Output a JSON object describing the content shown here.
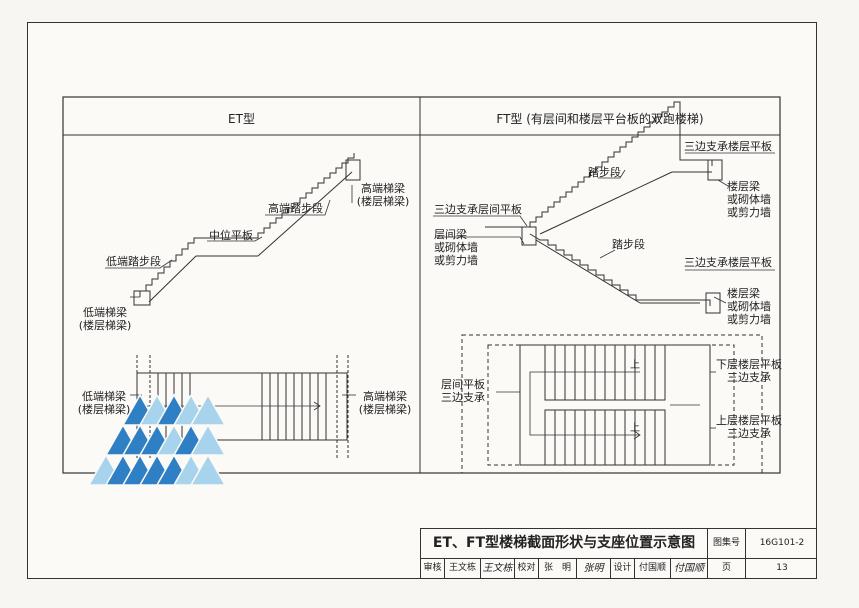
{
  "panels": {
    "et": {
      "header": "ET型",
      "section_labels": {
        "high_end_beam": "高端梯梁",
        "high_end_beam_alt": "(楼层梯梁)",
        "high_end_step": "高端踏步段",
        "middle_platform": "中位平板",
        "low_end_step": "低端踏步段",
        "low_end_beam": "低端梯梁",
        "low_end_beam_alt": "(楼层梯梁)"
      },
      "plan_labels": {
        "low_end_beam": "低端梯梁",
        "low_end_beam_alt": "(楼层梯梁)",
        "high_end_beam": "高端梯梁",
        "high_end_beam_alt": "(楼层梯梁)"
      }
    },
    "ft": {
      "header": "FT型 (有层间和楼层平台板的双跑楼梯)",
      "section_labels": {
        "upper_landing": "三边支承楼层平板",
        "step_upper": "踏步段",
        "mid_landing": "三边支承层间平板",
        "mid_beam_1": "层间梁",
        "mid_beam_2": "或砌体墙",
        "mid_beam_3": "或剪力墙",
        "upper_beam_1": "楼层梁",
        "upper_beam_2": "或砌体墙",
        "upper_beam_3": "或剪力墙",
        "step_lower": "踏步段",
        "lower_landing": "三边支承楼层平板",
        "lower_beam_1": "楼层梁",
        "lower_beam_2": "或砌体墙",
        "lower_beam_3": "或剪力墙"
      },
      "plan_labels": {
        "mid_slab_1": "层间平板",
        "mid_slab_2": "三边支承",
        "upper_slab_1": "下层楼层平板",
        "upper_slab_2": "三边支承",
        "lower_slab_1": "上层楼层平板",
        "lower_slab_2": "三边支承",
        "up_marker": "上",
        "up_marker_2": "上"
      }
    }
  },
  "title_block": {
    "title": "ET、FT型楼梯截面形状与支座位置示意图",
    "atlas_label": "图集号",
    "atlas_number": "16G101-2",
    "review_label": "审核",
    "reviewer": "王文栋",
    "reviewer_sig": "王文栋",
    "check_label": "校对",
    "checker": "张　明",
    "checker_sig": "张明",
    "design_label": "设计",
    "designer": "付国顺",
    "designer_sig": "付国顺",
    "page_label": "页",
    "page_number": "13"
  },
  "colors": {
    "line": "#333333",
    "paper": "#fbfaf7",
    "watermark_dark": "#2f7fc4",
    "watermark_light": "#a8d3ec"
  }
}
